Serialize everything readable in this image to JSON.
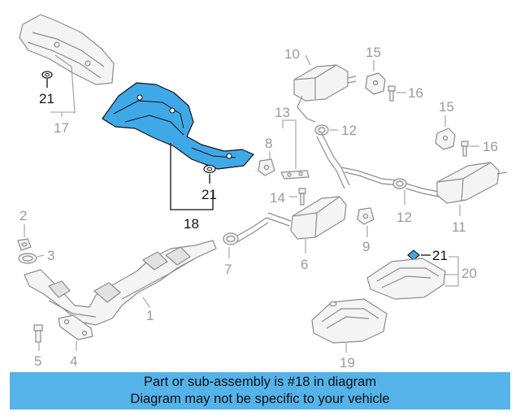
{
  "callouts": {
    "c1": "1",
    "c2": "2",
    "c3": "3",
    "c4": "4",
    "c5": "5",
    "c6": "6",
    "c7": "7",
    "c8": "8",
    "c9": "9",
    "c10": "10",
    "c11": "11",
    "c12a": "12",
    "c12b": "12",
    "c13": "13",
    "c14": "14",
    "c15a": "15",
    "c15b": "15",
    "c16a": "16",
    "c16b": "16",
    "c17": "17",
    "c18": "18",
    "c19": "19",
    "c20": "20",
    "c21a": "21",
    "c21b": "21",
    "c21c": "21"
  },
  "highlighted_part": "18",
  "banner": {
    "line1": "Part or sub-assembly is #18 in diagram",
    "line2": "Diagram may not be specific to your vehicle"
  },
  "colors": {
    "highlight": "#3fa9e8",
    "banner": "#55b3ea",
    "linework": "#8c8c8c"
  }
}
